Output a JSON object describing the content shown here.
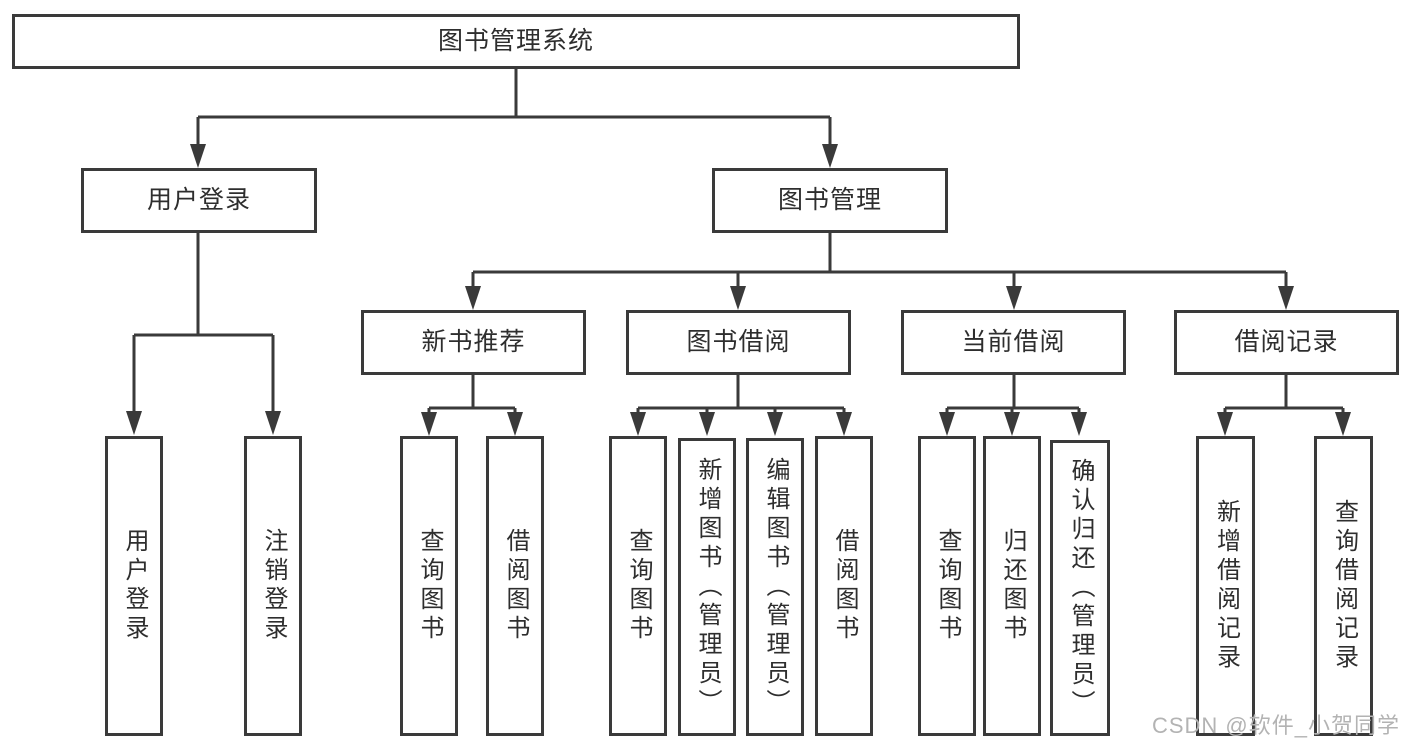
{
  "diagram_title": "图书管理系统",
  "watermark": "CSDN @软件_小贺同学",
  "colors": {
    "line": "#3a3a3a",
    "box_border": "#3a3a3a",
    "text": "#2e2e2e",
    "watermark": "#b3b3b3",
    "background": "#ffffff"
  },
  "nodes": {
    "root": {
      "label": "图书管理系统"
    },
    "user_login": {
      "label": "用户登录"
    },
    "book_management": {
      "label": "图书管理"
    },
    "new_book_recommend": {
      "label": "新书推荐"
    },
    "book_borrowing": {
      "label": "图书借阅"
    },
    "current_borrowing": {
      "label": "当前借阅"
    },
    "borrowing_records": {
      "label": "借阅记录"
    },
    "leaf_user_login": {
      "label": "用户登录"
    },
    "leaf_logout": {
      "label": "注销登录"
    },
    "leaf_query_books_recommend": {
      "label": "查询图书"
    },
    "leaf_borrow_books_recommend": {
      "label": "借阅图书"
    },
    "leaf_query_books_borrowing": {
      "label": "查询图书"
    },
    "leaf_add_books_admin": {
      "label": "新增图书（管理员）"
    },
    "leaf_edit_books_admin": {
      "label": "编辑图书（管理员）"
    },
    "leaf_borrow_books_borrowing": {
      "label": "借阅图书"
    },
    "leaf_query_books_current": {
      "label": "查询图书"
    },
    "leaf_return_books": {
      "label": "归还图书"
    },
    "leaf_confirm_return_admin": {
      "label": "确认归还（管理员）"
    },
    "leaf_add_borrow_record": {
      "label": "新增借阅记录"
    },
    "leaf_query_borrow_record": {
      "label": "查询借阅记录"
    }
  },
  "hierarchy": {
    "root": [
      "user_login",
      "book_management"
    ],
    "user_login": [
      "leaf_user_login",
      "leaf_logout"
    ],
    "book_management": [
      "new_book_recommend",
      "book_borrowing",
      "current_borrowing",
      "borrowing_records"
    ],
    "new_book_recommend": [
      "leaf_query_books_recommend",
      "leaf_borrow_books_recommend"
    ],
    "book_borrowing": [
      "leaf_query_books_borrowing",
      "leaf_add_books_admin",
      "leaf_edit_books_admin",
      "leaf_borrow_books_borrowing"
    ],
    "current_borrowing": [
      "leaf_query_books_current",
      "leaf_return_books",
      "leaf_confirm_return_admin"
    ],
    "borrowing_records": [
      "leaf_add_borrow_record",
      "leaf_query_borrow_record"
    ]
  }
}
